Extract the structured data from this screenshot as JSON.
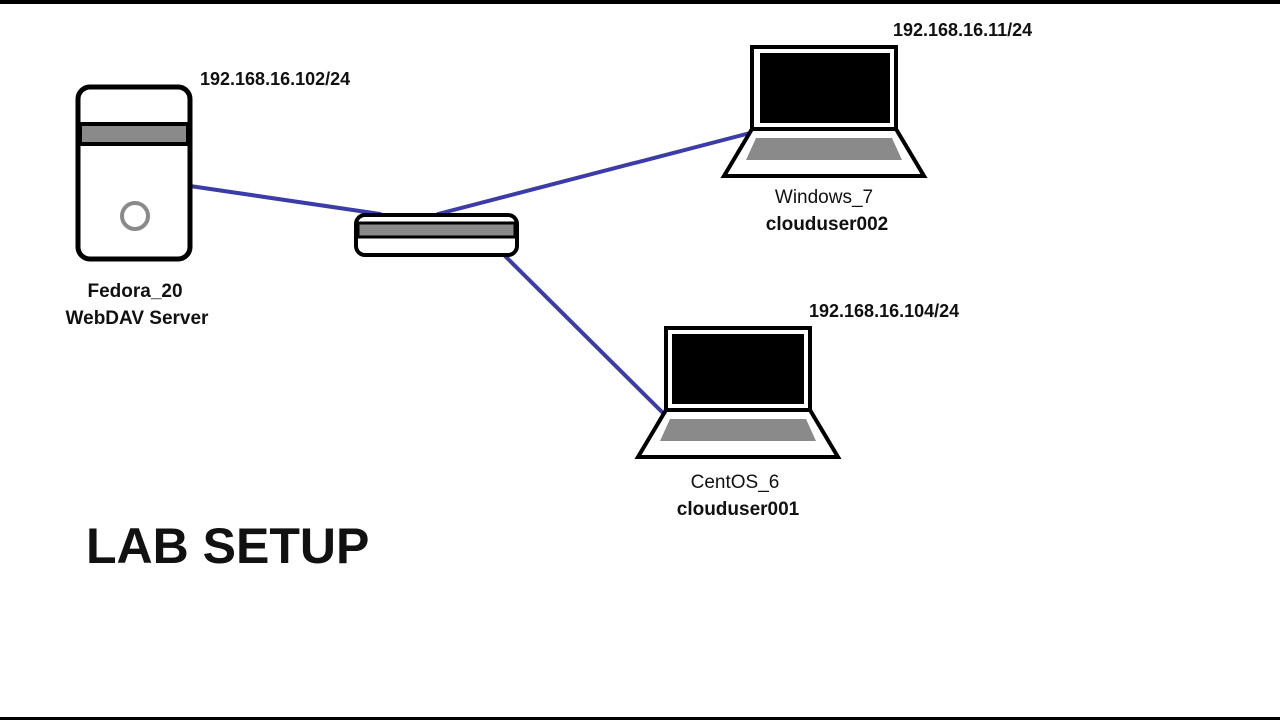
{
  "diagram": {
    "title": "LAB SETUP",
    "colors": {
      "background": "#ffffff",
      "frame": "#000000",
      "link": "#3c3ca8",
      "device_fill": "#ffffff",
      "device_outline": "#000000",
      "device_band": "#8a8a8a",
      "screen": "#000000",
      "keyboard": "#8a8a8a"
    },
    "nodes": {
      "server": {
        "icon": "server-tower-icon",
        "ip": "192.168.16.102/24",
        "name": "Fedora_20",
        "role": "WebDAV Server"
      },
      "switch": {
        "icon": "network-switch-icon"
      },
      "windows": {
        "icon": "laptop-icon",
        "ip": "192.168.16.11/24",
        "name": "Windows_7",
        "user": "clouduser002"
      },
      "centos": {
        "icon": "laptop-icon",
        "ip": "192.168.16.104/24",
        "name": "CentOS_6",
        "user": "clouduser001"
      }
    },
    "links": [
      {
        "from": "server",
        "to": "switch"
      },
      {
        "from": "switch",
        "to": "windows"
      },
      {
        "from": "switch",
        "to": "centos"
      }
    ]
  }
}
